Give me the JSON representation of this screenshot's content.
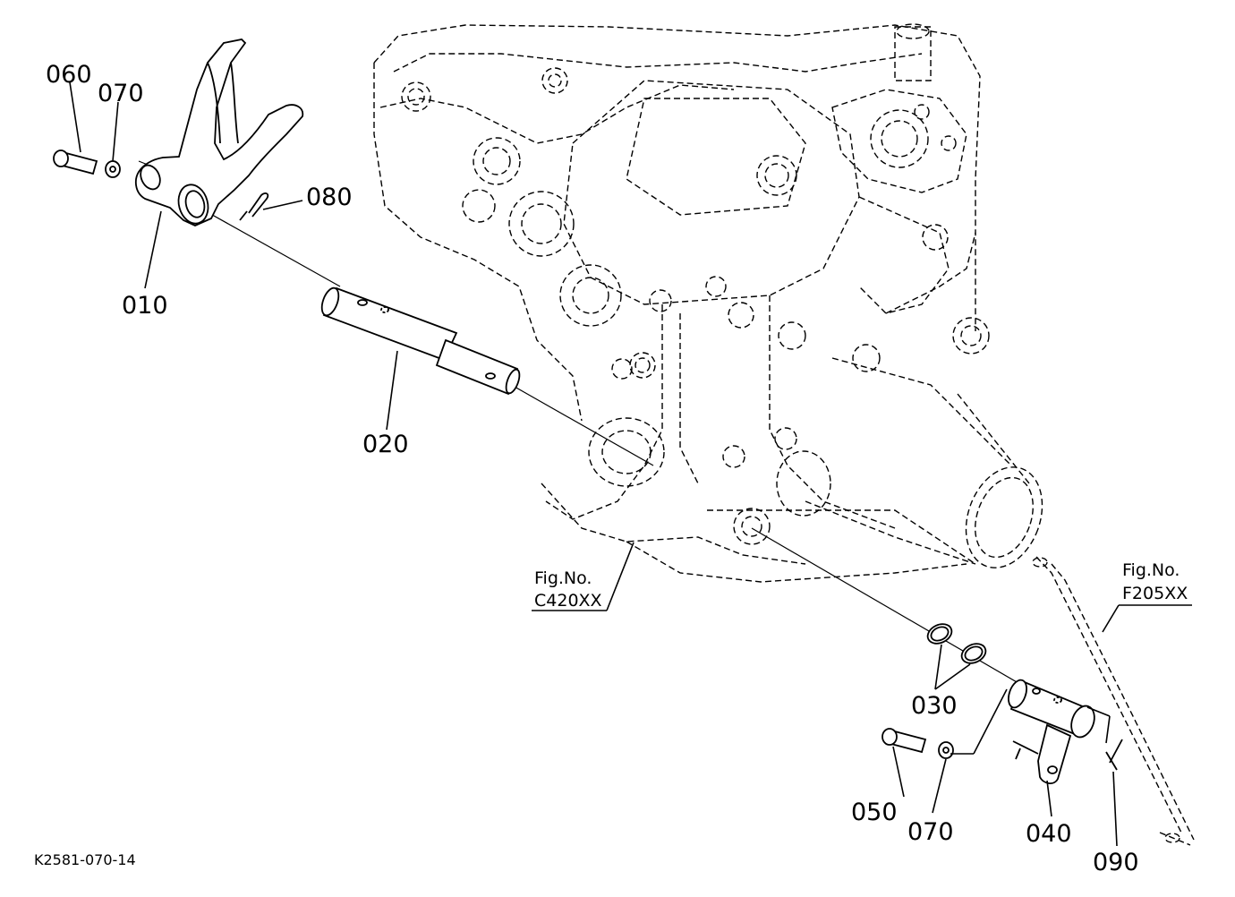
{
  "part_labels": {
    "p060": "060",
    "p070a": "070",
    "p080": "080",
    "p010": "010",
    "p020": "020",
    "p030": "030",
    "p050": "050",
    "p070b": "070",
    "p040": "040",
    "p090": "090"
  },
  "figure_refs": {
    "c420": {
      "line1": "Fig.No.",
      "line2": "C420XX"
    },
    "f205": {
      "line1": "Fig.No.",
      "line2": "F205XX"
    }
  },
  "drawing_code": "K2581-070-14"
}
